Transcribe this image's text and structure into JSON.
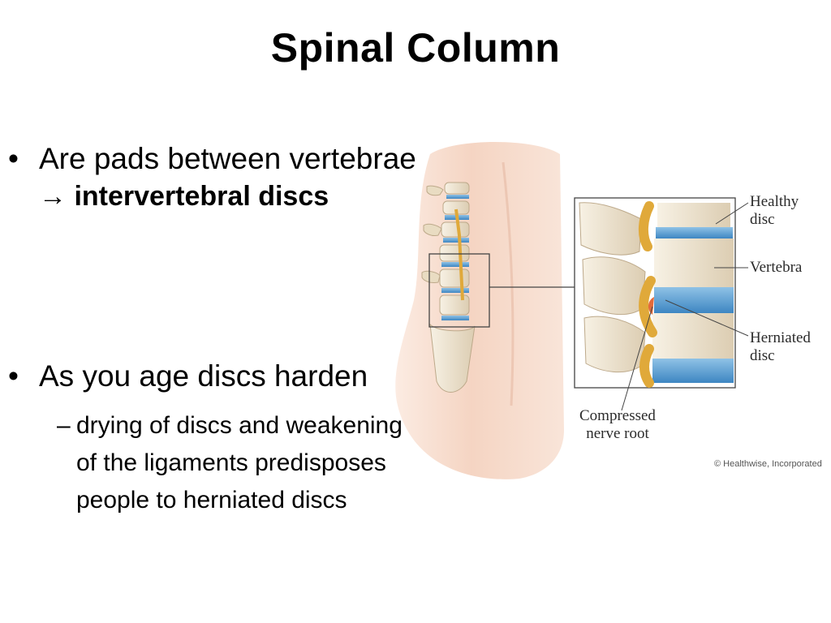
{
  "slide": {
    "title": "Spinal Column"
  },
  "bullets": [
    {
      "marker": "•",
      "text": "Are pads between vertebrae",
      "continuation_arrow": "→",
      "continuation_bold": "intervertebral discs"
    },
    {
      "marker": "•",
      "text": "As you age discs harden",
      "subitems": [
        {
          "marker": "–",
          "lines": [
            "drying of discs and weakening",
            "of the ligaments predisposes",
            "people to herniated discs"
          ]
        }
      ]
    }
  ],
  "figure": {
    "labels": {
      "healthy_disc": "Healthy\ndisc",
      "vertebra": "Vertebra",
      "herniated_disc": "Herniated\ndisc",
      "compressed_nerve_root": "Compressed\nnerve root"
    },
    "credit": "© Healthwise, Incorporated",
    "colors": {
      "skin": "#f4d3c2",
      "bone": "#efe6d4",
      "disc": "#5a9fd3",
      "nerve": "#e0a93a",
      "herniation": "#e36a3a"
    }
  }
}
